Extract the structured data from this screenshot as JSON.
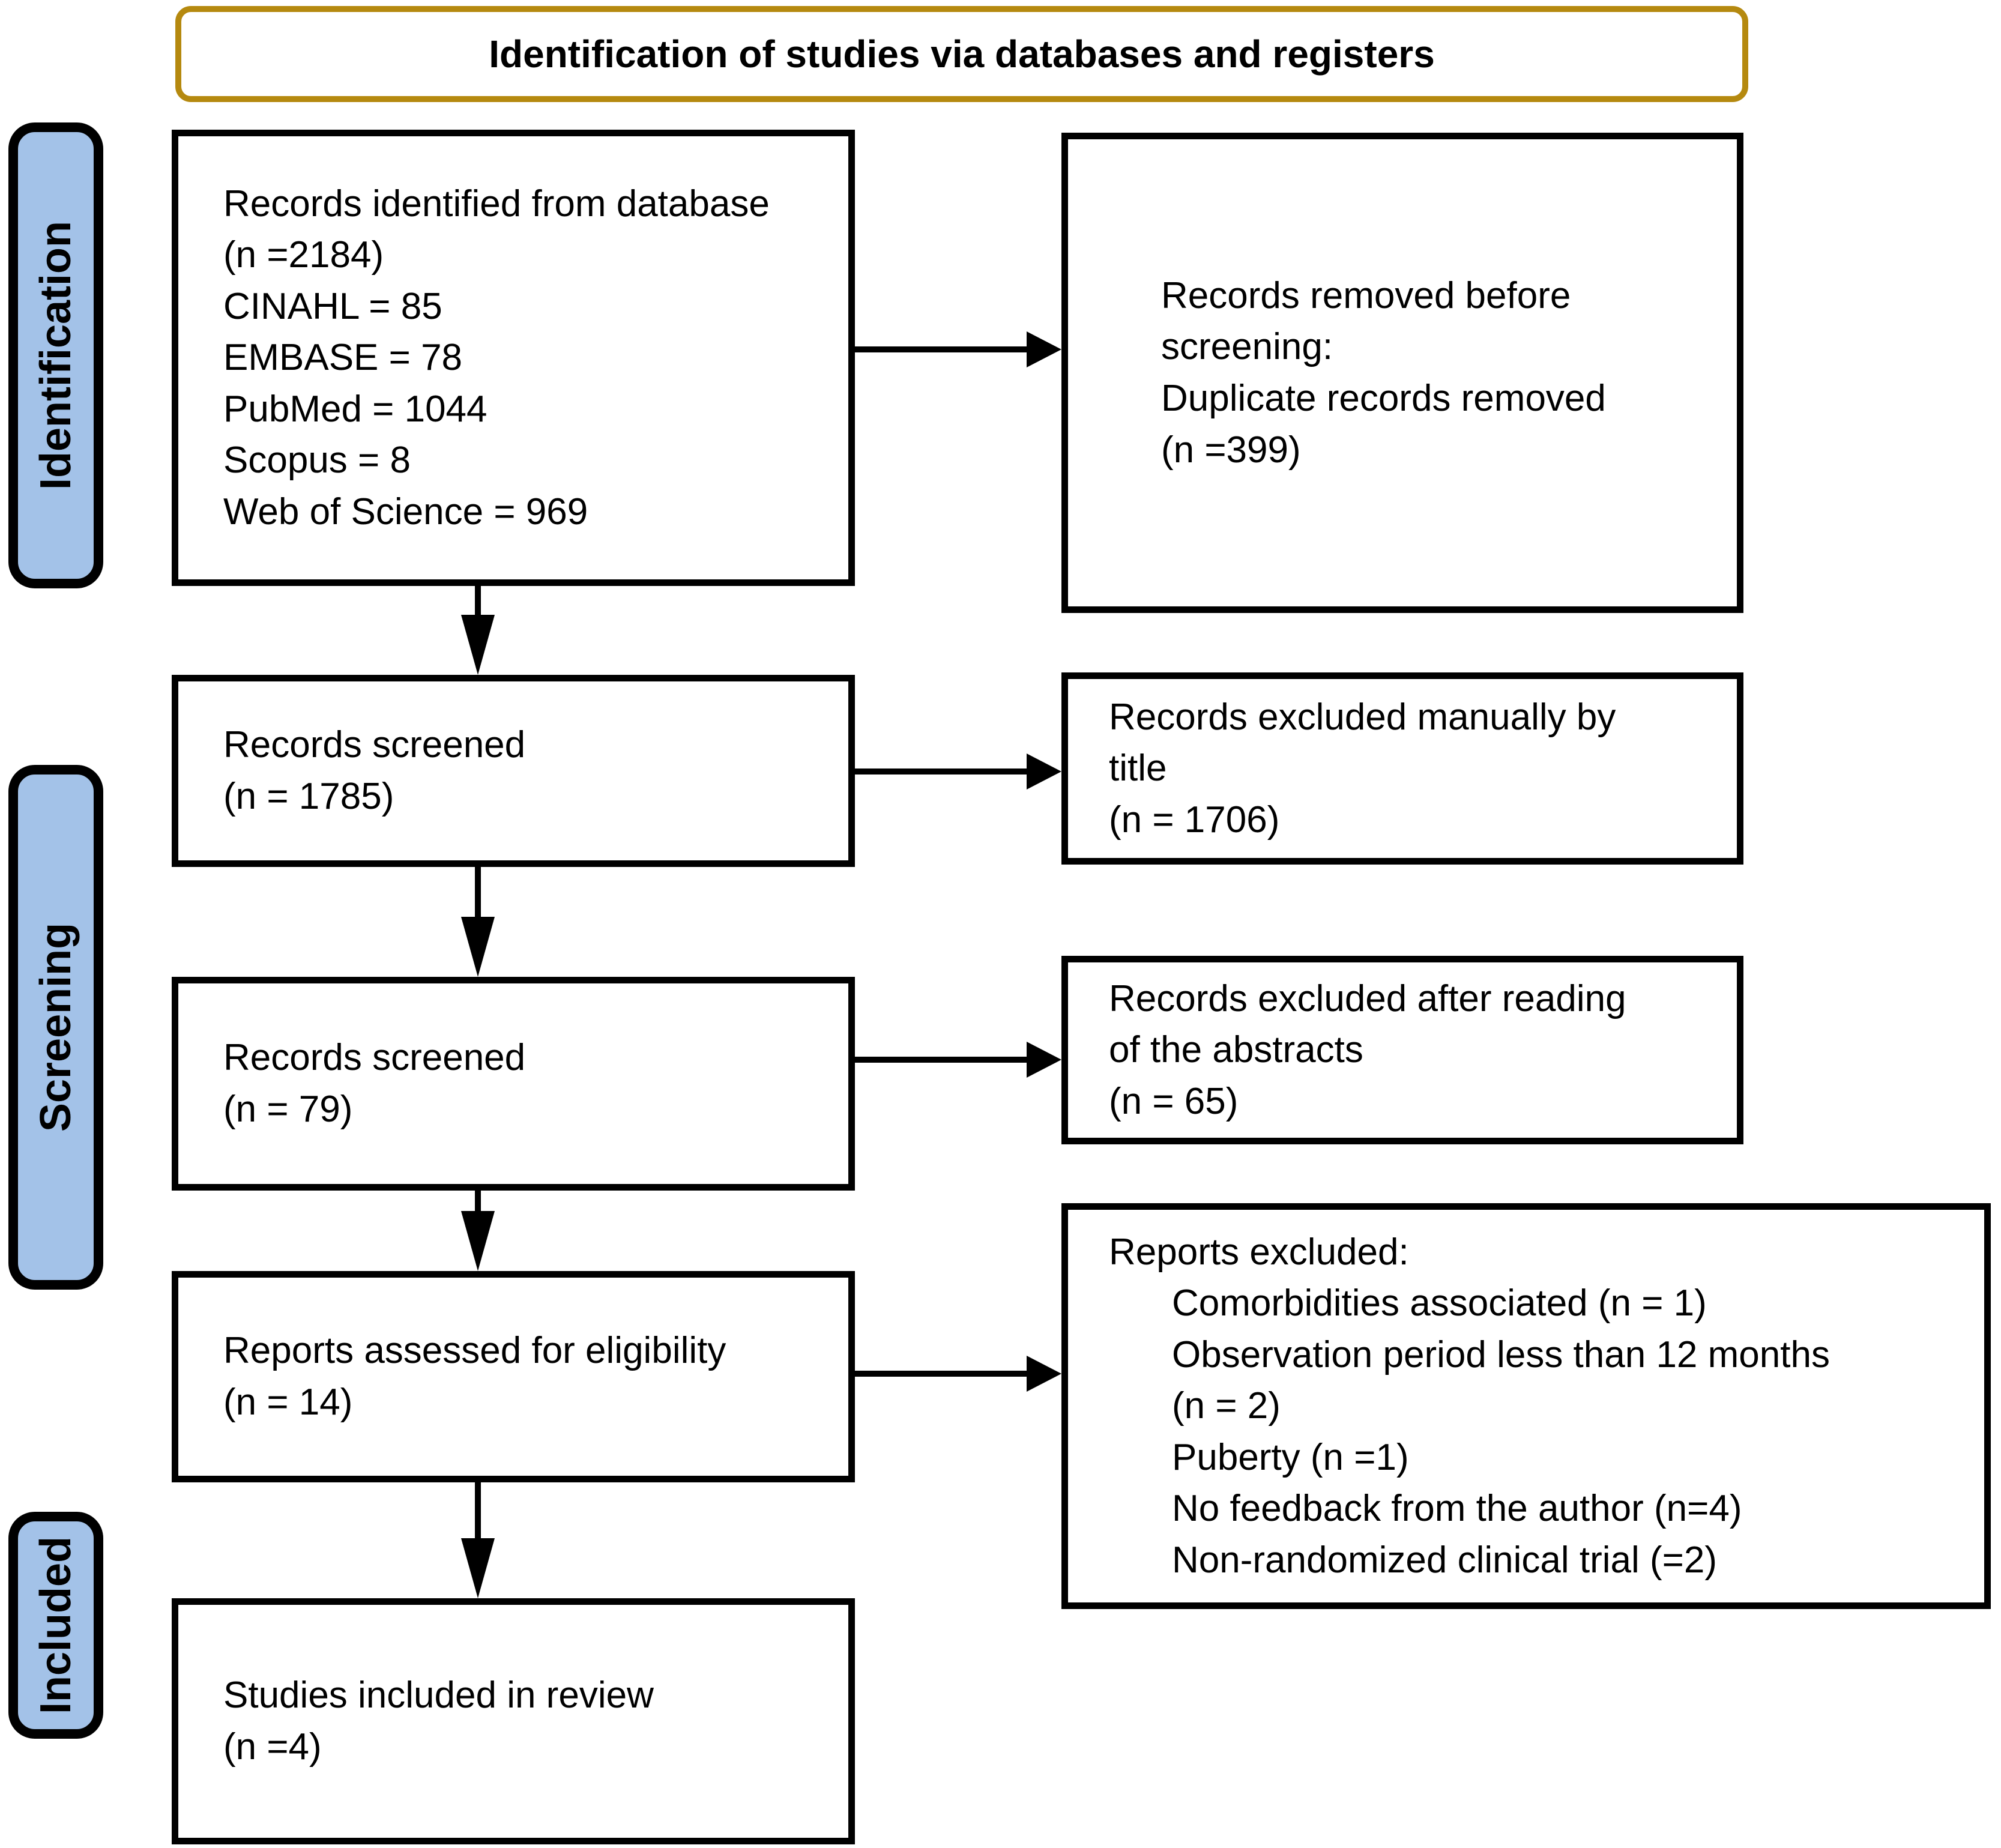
{
  "title_banner": {
    "label": "Identification of studies via databases and registers"
  },
  "sidebar": {
    "stages": [
      {
        "label": "Identification"
      },
      {
        "label": "Screening"
      },
      {
        "label": "Included"
      }
    ]
  },
  "flow": {
    "identified": {
      "lines": [
        {
          "t": "Records identified from database"
        },
        {
          "t": "(n =2184)"
        },
        {
          "t": "CINAHL = 85"
        },
        {
          "t": "EMBASE = 78"
        },
        {
          "t": "PubMed = 1044"
        },
        {
          "t": "Scopus = 8"
        },
        {
          "t": "Web of Science = 969"
        }
      ]
    },
    "removed_before_screening": {
      "lines": [
        {
          "t": "Records removed before"
        },
        {
          "t": "screening:"
        },
        {
          "t": "Duplicate records removed"
        },
        {
          "t": "(n =399)"
        }
      ]
    },
    "records_screened_first": {
      "lines": [
        {
          "t": "Records screened"
        },
        {
          "t": "(n = 1785)"
        }
      ]
    },
    "excluded_by_title": {
      "lines": [
        {
          "t": "Records excluded manually by"
        },
        {
          "t": "title"
        },
        {
          "t": "(n = 1706)"
        }
      ]
    },
    "records_screened_second": {
      "lines": [
        {
          "t": "Records screened"
        },
        {
          "t": "(n = 79)"
        }
      ]
    },
    "excluded_after_abstracts": {
      "lines": [
        {
          "t": "Records excluded after reading"
        },
        {
          "t": "of the abstracts"
        },
        {
          "t": "(n = 65)"
        }
      ]
    },
    "assessed_for_eligibility": {
      "lines": [
        {
          "t": "Reports assessed for eligibility"
        },
        {
          "t": "(n = 14)"
        }
      ]
    },
    "reports_excluded": {
      "lines": [
        {
          "t": "Reports excluded:"
        },
        {
          "t": "Comorbidities associated (n = 1)",
          "i": 1
        },
        {
          "t": "Observation period less than 12 months",
          "i": 1
        },
        {
          "t": "(n = 2)",
          "i": 1
        },
        {
          "t": "Puberty (n =1)",
          "i": 1
        },
        {
          "t": "No feedback from the author (n=4)",
          "i": 1
        },
        {
          "t": "Non-randomized clinical trial (=2)",
          "i": 1
        }
      ]
    },
    "included_in_review": {
      "lines": [
        {
          "t": "Studies included in review"
        },
        {
          "t": "(n =4)"
        }
      ]
    }
  },
  "colors": {
    "stage_fill": "#A3C2E8",
    "banner_border": "#B5890F",
    "box_border": "#000000",
    "arrow_color": "#000000"
  }
}
